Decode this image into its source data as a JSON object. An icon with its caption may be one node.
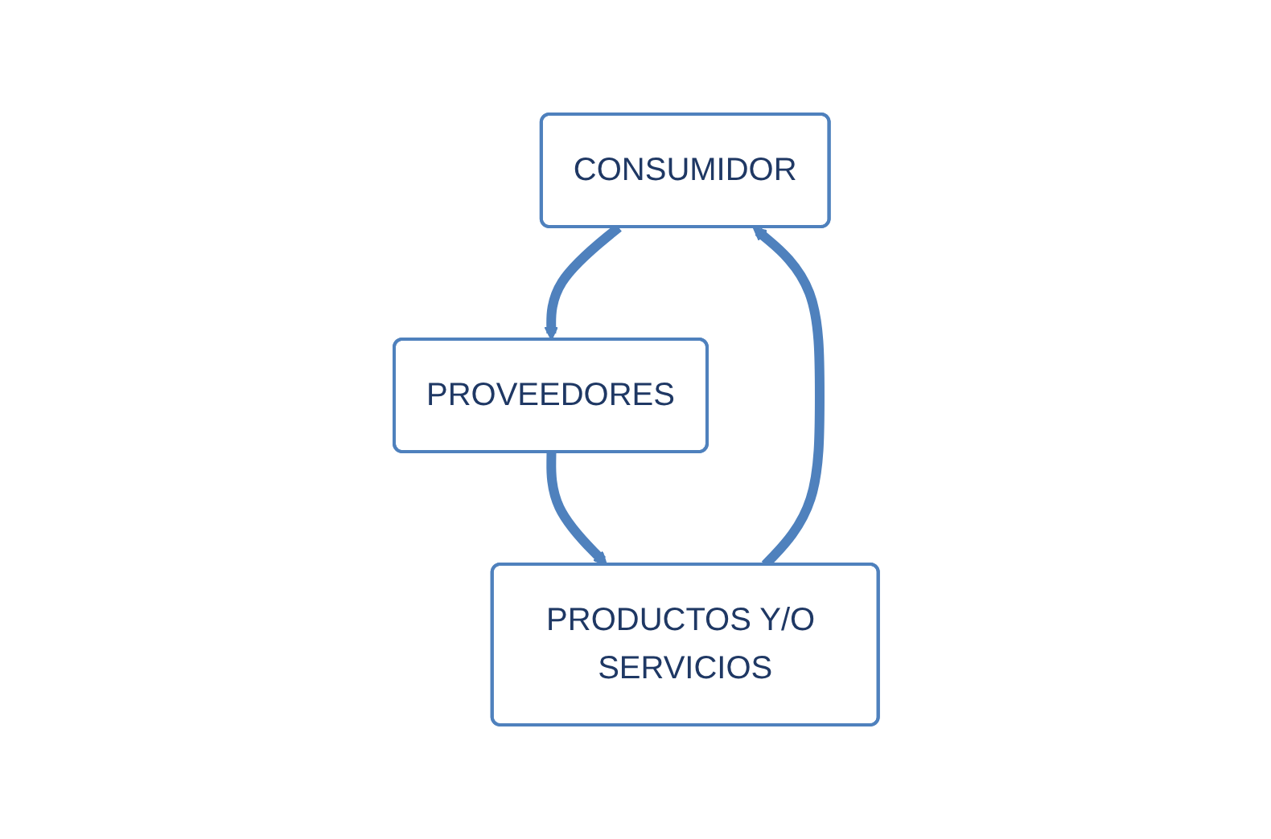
{
  "diagram": {
    "nodes": [
      {
        "text": [
          "CONSUMIDOR"
        ]
      },
      {
        "text": [
          "PROVEEDORES"
        ]
      },
      {
        "text": [
          "PRODUCTOS Y/O SERVICIOS"
        ]
      }
    ],
    "edges": [
      {
        "from": 0,
        "to": 1,
        "arrow": "to"
      },
      {
        "from": 1,
        "to": 2,
        "arrow": "to"
      },
      {
        "from": 2,
        "to": 0,
        "arrow": "to"
      }
    ]
  }
}
